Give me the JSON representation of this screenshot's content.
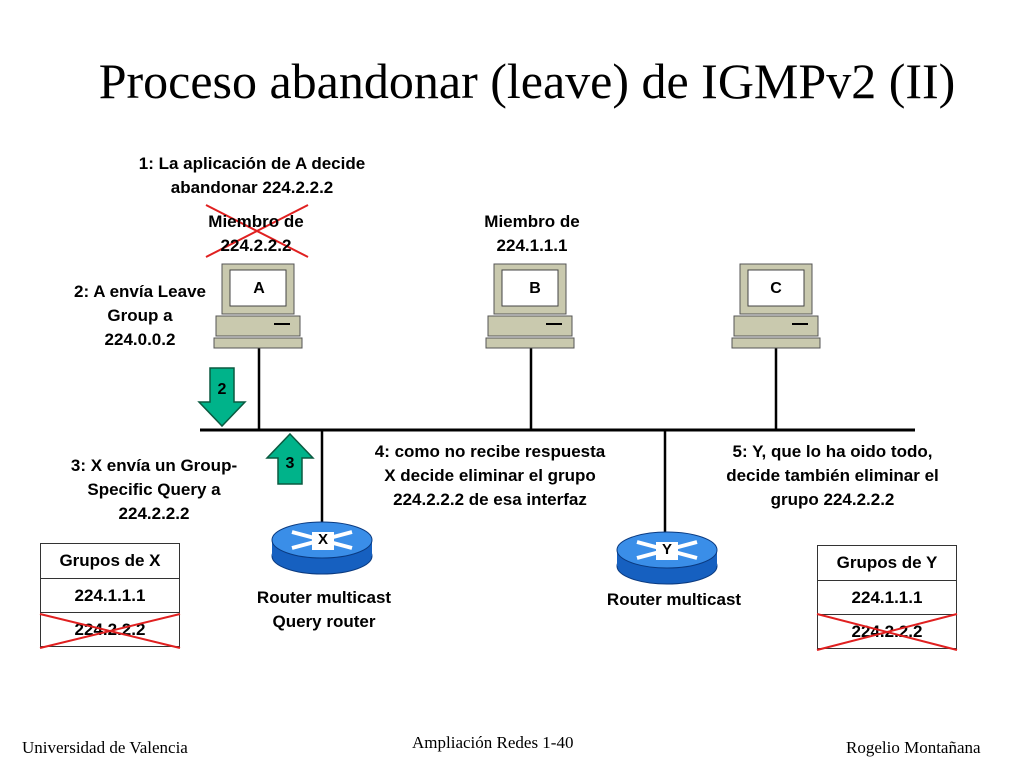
{
  "title": "Proceso abandonar (leave) de IGMPv2 (II)",
  "steps": {
    "step1": [
      "1: La aplicación de A decide",
      "abandonar 224.2.2.2"
    ],
    "step2": [
      "2: A envía Leave",
      "Group a",
      "224.0.0.2"
    ],
    "step3": [
      "3: X envía un Group-",
      "Specific Query a",
      "224.2.2.2"
    ],
    "step4": [
      "4: como no recibe respuesta",
      "X decide eliminar el grupo",
      "224.2.2.2 de esa interfaz"
    ],
    "step5": [
      "5: Y, que lo ha oido todo,",
      "decide también  eliminar el",
      "grupo 224.2.2.2"
    ]
  },
  "members": {
    "a": [
      "Miembro de",
      "224.2.2.2"
    ],
    "b": [
      "Miembro de",
      "224.1.1.1"
    ]
  },
  "hosts": {
    "a": "A",
    "b": "B",
    "c": "C"
  },
  "arrows": {
    "leave": "2",
    "query": "3"
  },
  "routers": {
    "x": {
      "name": "X",
      "label": [
        "Router multicast",
        "Query router"
      ]
    },
    "y": {
      "name": "Y",
      "label": [
        "Router multicast"
      ]
    }
  },
  "tables": {
    "x": {
      "header": "Grupos de X",
      "rows": [
        "224.1.1.1",
        "224.2.2.2"
      ]
    },
    "y": {
      "header": "Grupos de Y",
      "rows": [
        "224.1.1.1",
        "224.2.2.2"
      ]
    }
  },
  "footer": {
    "left": "Universidad de Valencia",
    "center": "Ampliación Redes 1-40",
    "right": "Rogelio Montañana"
  },
  "colors": {
    "cross": "#e02020",
    "arrow": "#00b38a",
    "router": "#1e6fd0",
    "computer": "#c8c8b0"
  }
}
